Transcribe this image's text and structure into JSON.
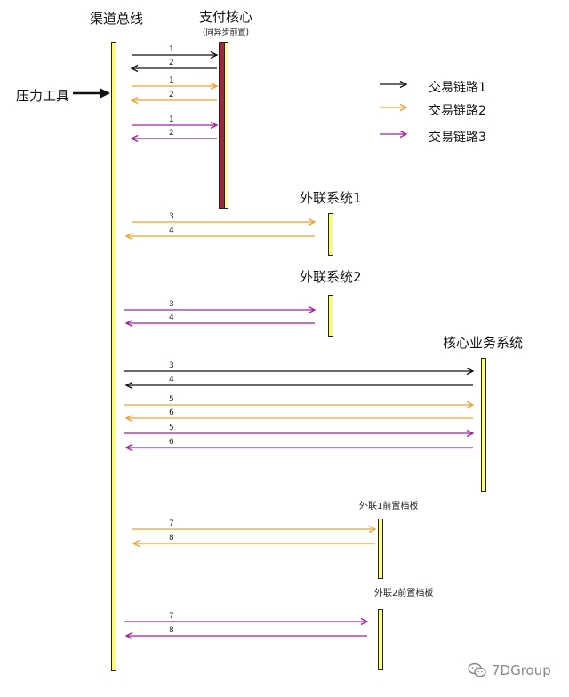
{
  "participants": {
    "channel_bus": "渠道总线",
    "payment_core": "支付核心",
    "payment_core_note": "(同异步前置)",
    "external_1": "外联系统1",
    "external_2": "外联系统2",
    "core_business": "核心业务系统",
    "external_1_mock": "外联1前置档板",
    "external_2_mock": "外联2前置档板"
  },
  "pressure_tool": "压力工具",
  "legend": [
    {
      "label": "交易链路1",
      "color": "#111111"
    },
    {
      "label": "交易链路2",
      "color": "#f0a030"
    },
    {
      "label": "交易链路3",
      "color": "#a020a0"
    }
  ],
  "messages": [
    {
      "label": "1",
      "chain": 1
    },
    {
      "label": "2",
      "chain": 1
    },
    {
      "label": "1",
      "chain": 2
    },
    {
      "label": "2",
      "chain": 2
    },
    {
      "label": "1",
      "chain": 3
    },
    {
      "label": "2",
      "chain": 3
    },
    {
      "label": "3",
      "chain": 2
    },
    {
      "label": "4",
      "chain": 2
    },
    {
      "label": "3",
      "chain": 3
    },
    {
      "label": "4",
      "chain": 3
    },
    {
      "label": "3",
      "chain": 1
    },
    {
      "label": "4",
      "chain": 1
    },
    {
      "label": "5",
      "chain": 2
    },
    {
      "label": "6",
      "chain": 2
    },
    {
      "label": "5",
      "chain": 3
    },
    {
      "label": "6",
      "chain": 3
    },
    {
      "label": "7",
      "chain": 2
    },
    {
      "label": "8",
      "chain": 2
    },
    {
      "label": "7",
      "chain": 3
    },
    {
      "label": "8",
      "chain": 3
    }
  ],
  "watermark": "7DGroup",
  "colors": {
    "chain1": "#111111",
    "chain2": "#f0a030",
    "chain3": "#a020a0",
    "lifeline": "#fdfd7a",
    "core_bar": "#a0283a"
  }
}
